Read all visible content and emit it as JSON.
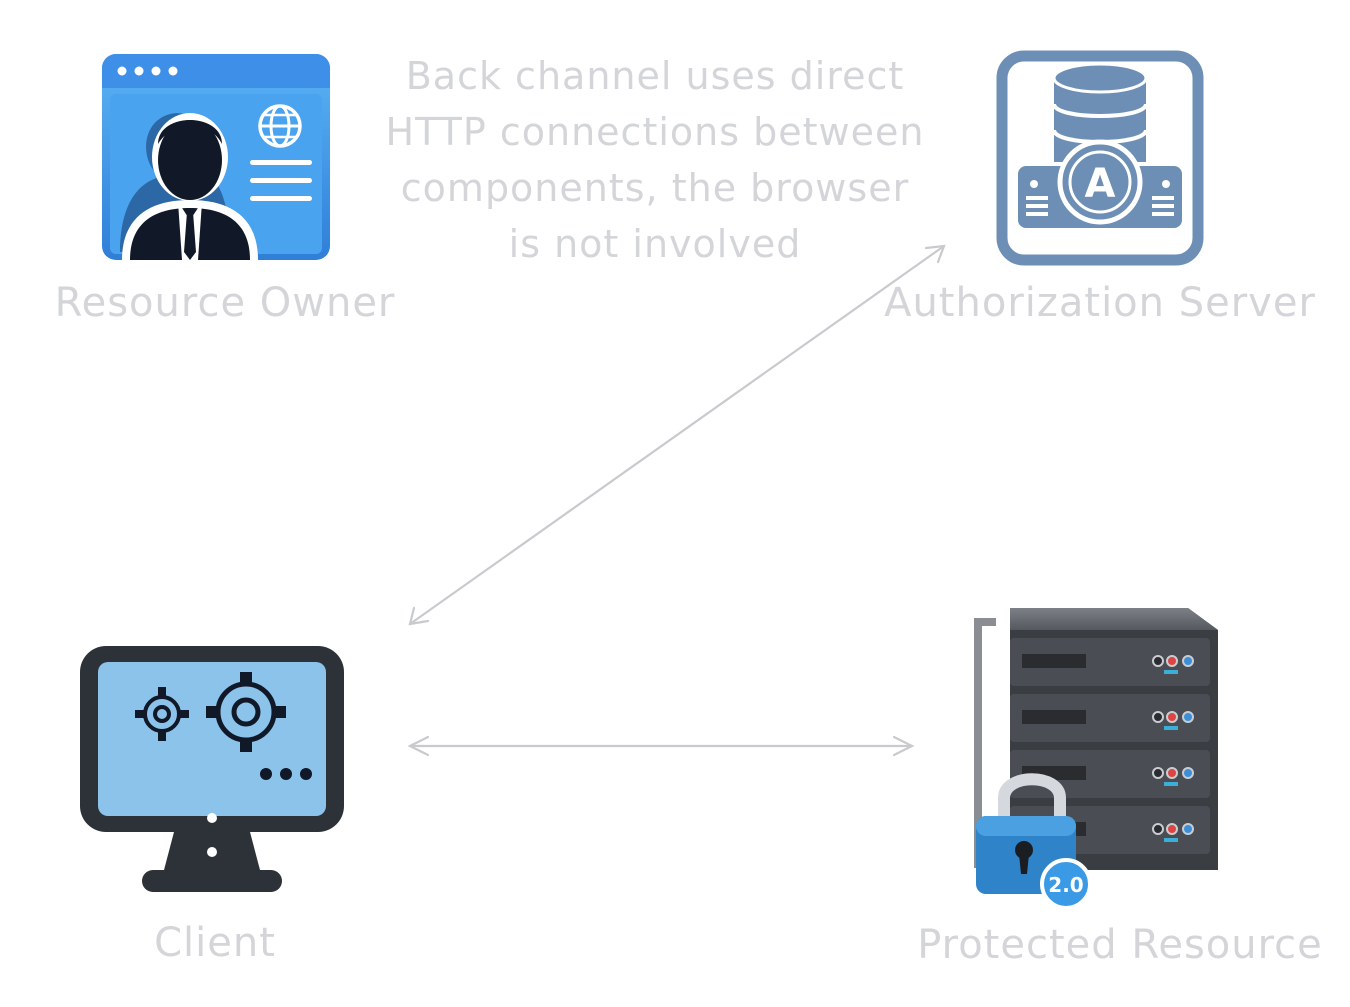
{
  "note": {
    "lines": [
      "Back channel uses direct",
      "HTTP connections between",
      "components, the browser",
      "is not involved"
    ]
  },
  "nodes": {
    "resource_owner": {
      "label": "Resource Owner",
      "icon": "resource-owner-icon"
    },
    "authorization_server": {
      "label": "Authorization Server",
      "icon": "authorization-server-icon",
      "badge": "A"
    },
    "client": {
      "label": "Client",
      "icon": "client-computer-icon"
    },
    "protected_resource": {
      "label": "Protected Resource",
      "icon": "protected-resource-server-icon",
      "badge": "2.0"
    }
  },
  "colors": {
    "label": "#d3d5d9",
    "arrow": "#c8cacd",
    "auth_server": "#6d8fb5",
    "resource_owner_blue": "#3a8ee6",
    "client_screen": "#8cc3ea",
    "lock_blue": "#2f84c9"
  }
}
